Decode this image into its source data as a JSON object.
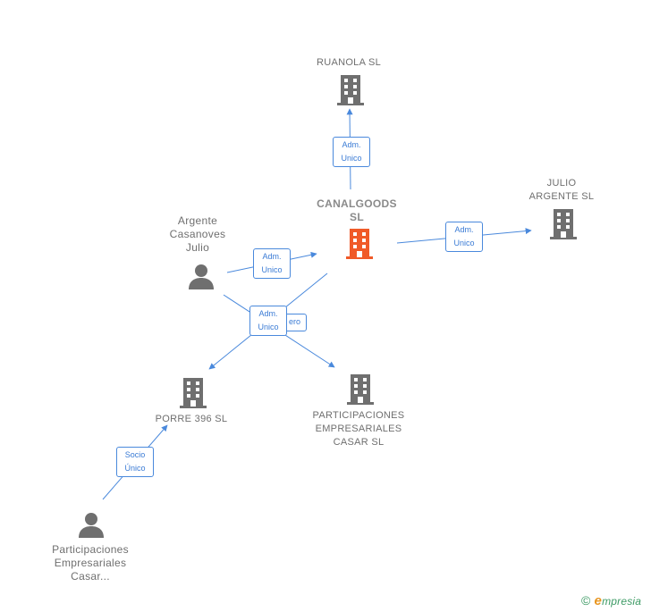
{
  "nodes": {
    "ruanola": {
      "label": "RUANOLA SL",
      "kind": "company"
    },
    "canalgoods": {
      "label": "CANALGOODS\nSL",
      "kind": "company-main"
    },
    "julio_argente": {
      "label": "JULIO\nARGENTE SL",
      "kind": "company"
    },
    "argente_julio": {
      "label": "Argente\nCasanoves\nJulio",
      "kind": "person"
    },
    "porre": {
      "label": "PORRE 396 SL",
      "kind": "company"
    },
    "participaciones_sl": {
      "label": "PARTICIPACIONES\nEMPRESARIALES\nCASAR SL",
      "kind": "company"
    },
    "participaciones_person": {
      "label": "Participaciones\nEmpresariales\nCasar...",
      "kind": "person"
    }
  },
  "edges": {
    "to_ruanola": {
      "label": "Adm.\nUnico"
    },
    "to_julio_argente": {
      "label": "Adm.\nUnico"
    },
    "person_to_canalgoods": {
      "label": "Adm.\nUnico"
    },
    "to_porre": {
      "label": "Adm.\nUnico"
    },
    "to_participaciones_back": {
      "label": "ero"
    },
    "socio_unico": {
      "label": "Socio\nÚnico"
    }
  },
  "colors": {
    "edge": "#4a89dc",
    "company_icon": "#6f6f6f",
    "main_icon": "#f05a28",
    "label": "#6f6f6f"
  },
  "brand": {
    "copyright": "©",
    "initial": "e",
    "name": "mpresia"
  }
}
